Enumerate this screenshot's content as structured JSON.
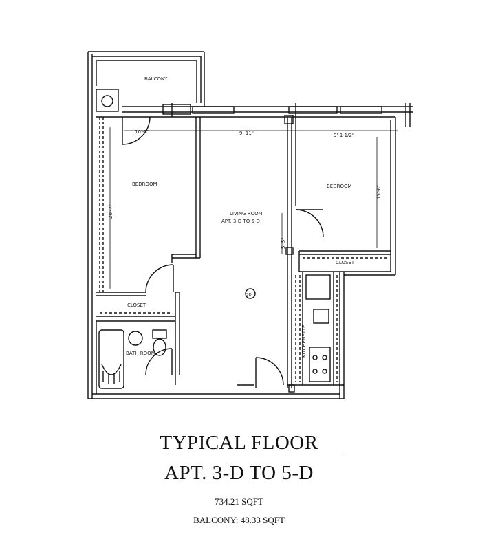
{
  "rooms": {
    "balcony": "BALCONY",
    "bedroom_left": "BEDROOM",
    "bedroom_right": "BEDROOM",
    "living_room": "LIVING ROOM",
    "apt_range_inline": "APT. 3-D TO 5-D",
    "closet_left": "CLOSET",
    "closet_right": "CLOSET",
    "bath_room": "BATH ROOM",
    "kitchenette": "KITCHENETTE",
    "smoke_detector": "SD"
  },
  "dimensions": {
    "bedroom_left_width": "10'-5\"",
    "living_width": "9'-11\"",
    "bedroom_right_width": "9'-1 1/2\"",
    "bedroom_left_length": "20'-7\"",
    "bedroom_right_length": "15'-6\"",
    "living_opening": "5'-5\""
  },
  "caption": {
    "title_line1": "TYPICAL FLOOR",
    "title_line2": "APT. 3-D TO 5-D",
    "area": "734.21 SQFT",
    "balcony_area": "BALCONY: 48.33 SQFT"
  }
}
